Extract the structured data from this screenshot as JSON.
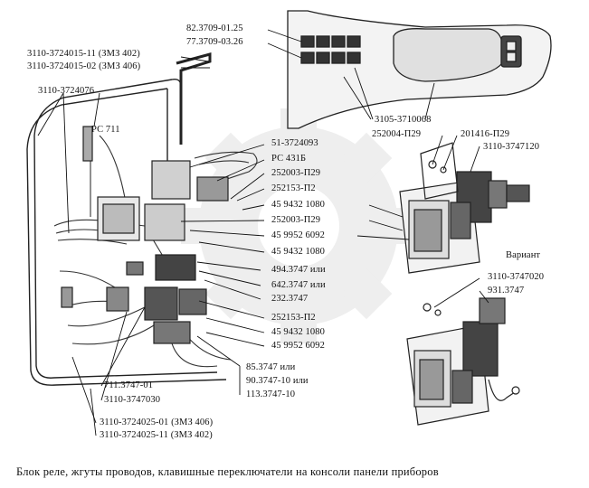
{
  "labels": {
    "l_3110_3724015_11": "3110-3724015-11 (ЗМЗ 402)",
    "l_3110_3724015_02": "3110-3724015-02 (ЗМЗ 406)",
    "l_3110_3724076": "3110-3724076",
    "l_pc711": "РС 711",
    "l_82_3709": "82.3709-01.25",
    "l_77_3709": "77.3709-03.26",
    "l_51_3724093": "51-3724093",
    "l_pc431b": "РС 431Б",
    "l_252003_top": "252003-П29",
    "l_252153_top": "252153-П2",
    "l_45_9432_1080_a": "45 9432 1080",
    "l_252003_b": "252003-П29",
    "l_45_9952_6092_a": "45 9952 6092",
    "l_45_9432_1080_b": "45 9432 1080",
    "l_494": "494.3747 или",
    "l_642": "642.3747 или",
    "l_232": "232.3747",
    "l_252153_b": "252153-П2",
    "l_45_9432_1080_c": "45 9432 1080",
    "l_45_9952_6092_b": "45 9952 6092",
    "l_85": "85.3747 или",
    "l_90": "90.3747-10 или",
    "l_113": "113.3747-10",
    "l_711": "711.3747-01",
    "l_3110_3747030": "3110-3747030",
    "l_3110_3724025_01": "3110-3724025-01 (ЗМЗ 406)",
    "l_3110_3724025_11": "3110-3724025-11 (ЗМЗ 402)",
    "l_3105_3710068": "3105-3710068",
    "l_252004": "252004-П29",
    "l_201416": "201416-П29",
    "l_3110_3747120": "3110-3747120",
    "l_variant": "Вариант",
    "l_3110_3747020": "3110-3747020",
    "l_931": "931.3747"
  },
  "caption": "Блок реле, жгуты проводов, клавишные переключатели на консоли панели приборов"
}
